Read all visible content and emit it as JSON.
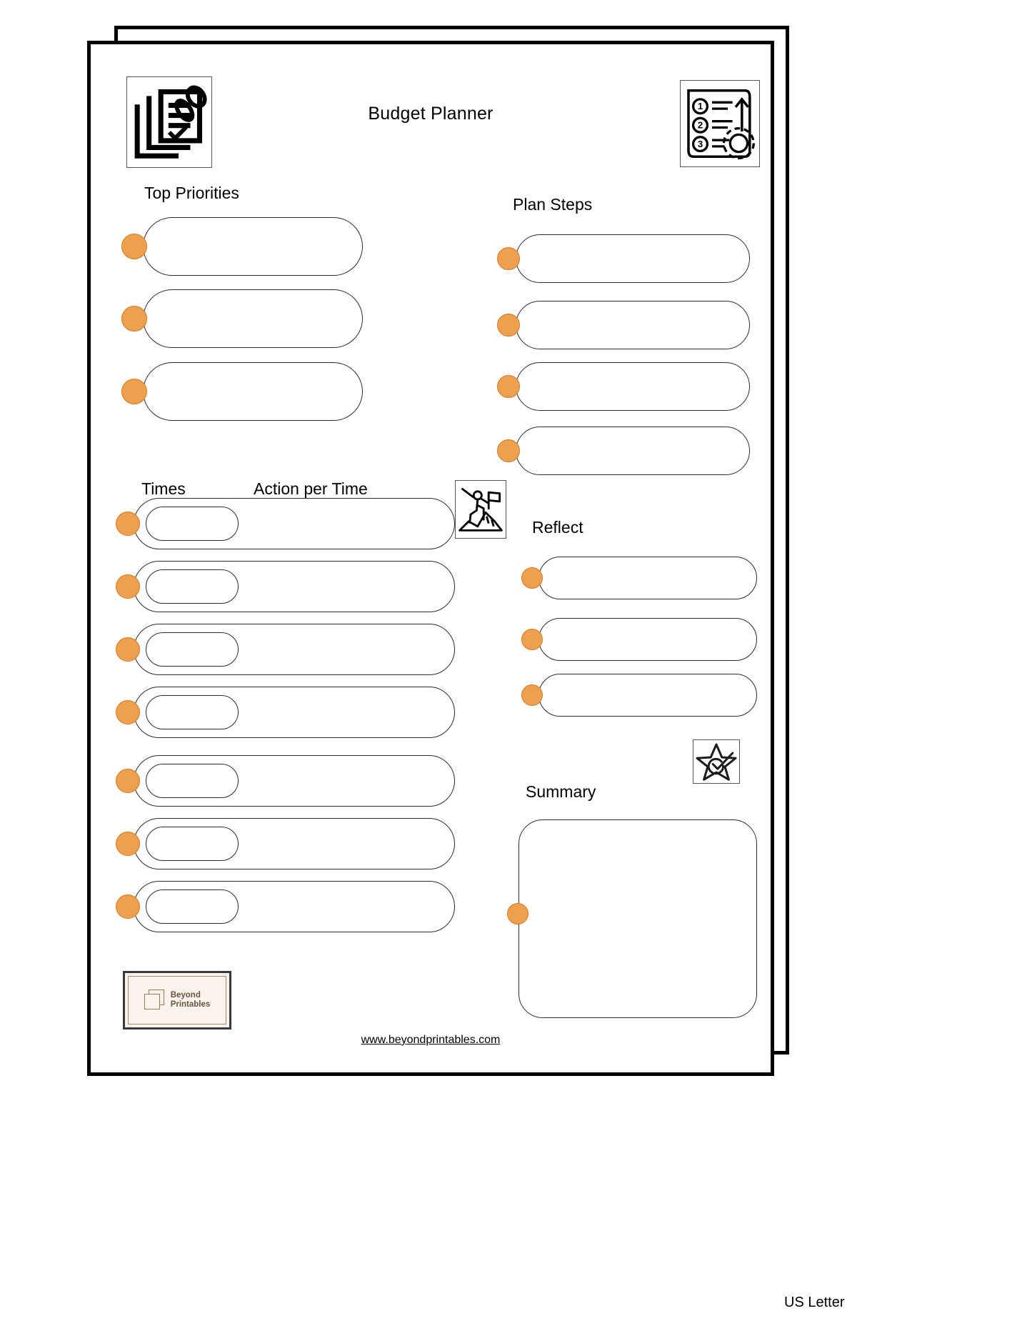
{
  "document": {
    "title": "Budget Planner",
    "paper_size": "US Letter",
    "footer_url": "www.beyondprintables.com"
  },
  "icons": {
    "header_left": "checklist-clipboard-icon",
    "header_right": "numbered-steps-gear-icon",
    "schedule": "mountain-climber-flag-icon",
    "summary": "star-check-icon"
  },
  "sections": {
    "top_priorities": {
      "label": "Top Priorities",
      "rows": [
        {
          "value": "",
          "placeholder": ""
        },
        {
          "value": "",
          "placeholder": ""
        },
        {
          "value": "",
          "placeholder": ""
        }
      ]
    },
    "plan_steps": {
      "label": "Plan Steps",
      "rows": [
        {
          "value": "",
          "placeholder": ""
        },
        {
          "value": "",
          "placeholder": ""
        },
        {
          "value": "",
          "placeholder": ""
        },
        {
          "value": "",
          "placeholder": ""
        }
      ]
    },
    "schedule": {
      "times_label": "Times",
      "action_label": "Action per Time",
      "rows": [
        {
          "time": "",
          "action": ""
        },
        {
          "time": "",
          "action": ""
        },
        {
          "time": "",
          "action": ""
        },
        {
          "time": "",
          "action": ""
        },
        {
          "time": "",
          "action": ""
        },
        {
          "time": "",
          "action": ""
        },
        {
          "time": "",
          "action": ""
        }
      ]
    },
    "reflect": {
      "label": "Reflect",
      "rows": [
        {
          "value": ""
        },
        {
          "value": ""
        },
        {
          "value": ""
        }
      ]
    },
    "summary": {
      "label": "Summary",
      "value": ""
    }
  },
  "brand": {
    "name_line1": "Beyond",
    "name_line2": "Printables",
    "mark": "stacked-squares-icon"
  },
  "colors": {
    "dot_fill": "#efa04e",
    "dot_stroke": "#d07b28",
    "outline": "#2b2b2b",
    "page_border": "#000000",
    "logo_bg": "#faf4ec",
    "logo_text": "#6b5440"
  }
}
